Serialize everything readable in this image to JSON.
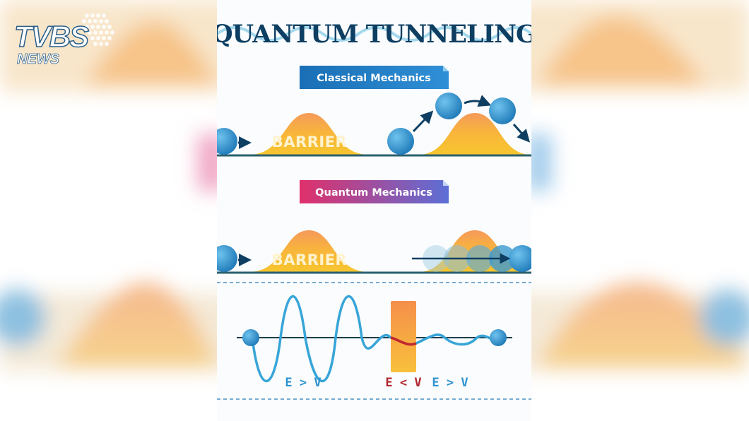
{
  "brand": {
    "logo_text": "TVBS",
    "sub_text": "NEWS"
  },
  "title": "QUANTUM TUNNELING",
  "sections": {
    "classical": {
      "label": "Classical Mechanics",
      "barrier_text": "BARRIER"
    },
    "quantum": {
      "label": "Quantum Mechanics",
      "barrier_text": "BARRIER"
    }
  },
  "wave": {
    "labels": [
      "E > V",
      "E < V",
      "E > V"
    ]
  },
  "colors": {
    "title": "#0e3f63",
    "classical_label": "#1f7fc6",
    "quantum_label_start": "#e0306a",
    "quantum_label_end": "#5b6fd6",
    "barrier": "#f8b63a",
    "ball": "#2d8fcd",
    "wave": "#37a5d8",
    "tunnel_wave": "#c0262f",
    "ground": "#2b6070"
  },
  "icons": [
    "ball-icon",
    "arrow-icon",
    "barrier-icon"
  ]
}
